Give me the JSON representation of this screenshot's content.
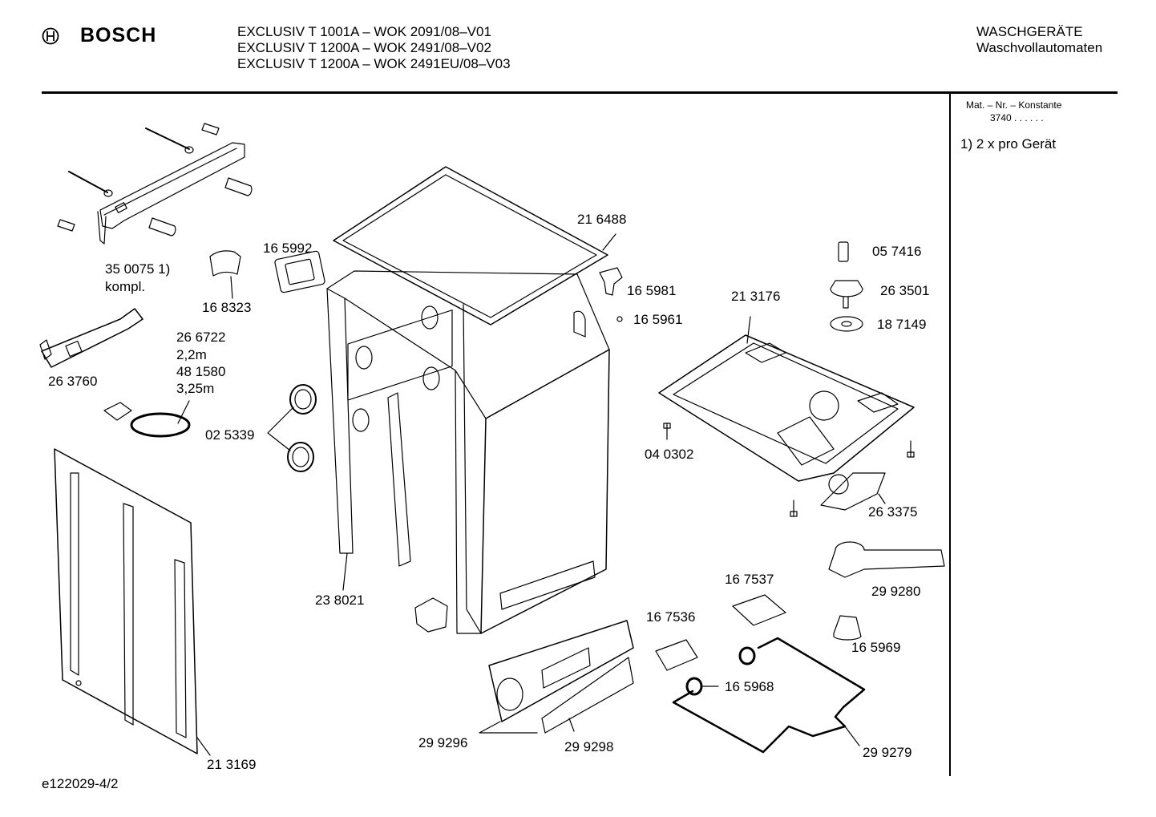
{
  "brand": "BOSCH",
  "models": [
    "EXCLUSIV T 1001A – WOK 2091/08–V01",
    "EXCLUSIV T 1200A – WOK 2491/08–V02",
    "EXCLUSIV T 1200A – WOK 2491EU/08–V03"
  ],
  "category": {
    "line1": "WASCHGERÄTE",
    "line2": "Waschvollautomaten"
  },
  "sidebar": {
    "mat_header": "Mat. – Nr. – Konstante",
    "mat_value": "3740  .  .  .  .  .  .",
    "note": "1) 2 x pro Gerät"
  },
  "parts": {
    "p350075": "35 0075 1)",
    "kompl": "kompl.",
    "p168323": "16 8323",
    "p165992": "16 5992",
    "p216488": "21 6488",
    "p165981": "16 5981",
    "p165961": "16 5961",
    "p057416": "05 7416",
    "p263501": "26 3501",
    "p187149": "18 7149",
    "p213176": "21 3176",
    "p263760": "26 3760",
    "p266722": "26 6722",
    "len1": "2,2m",
    "p481580": "48 1580",
    "len2": "3,25m",
    "p025339": "02 5339",
    "p040302": "04 0302",
    "p263375": "26 3375",
    "p299280": "29 9280",
    "p238021": "23 8021",
    "p167537": "16 7537",
    "p167536": "16 7536",
    "p165969": "16 5969",
    "p165968": "16 5968",
    "p299296": "29 9296",
    "p299298": "29 9298",
    "p299279": "29 9279",
    "p213169": "21 3169"
  },
  "footer": "e122029-4/2"
}
